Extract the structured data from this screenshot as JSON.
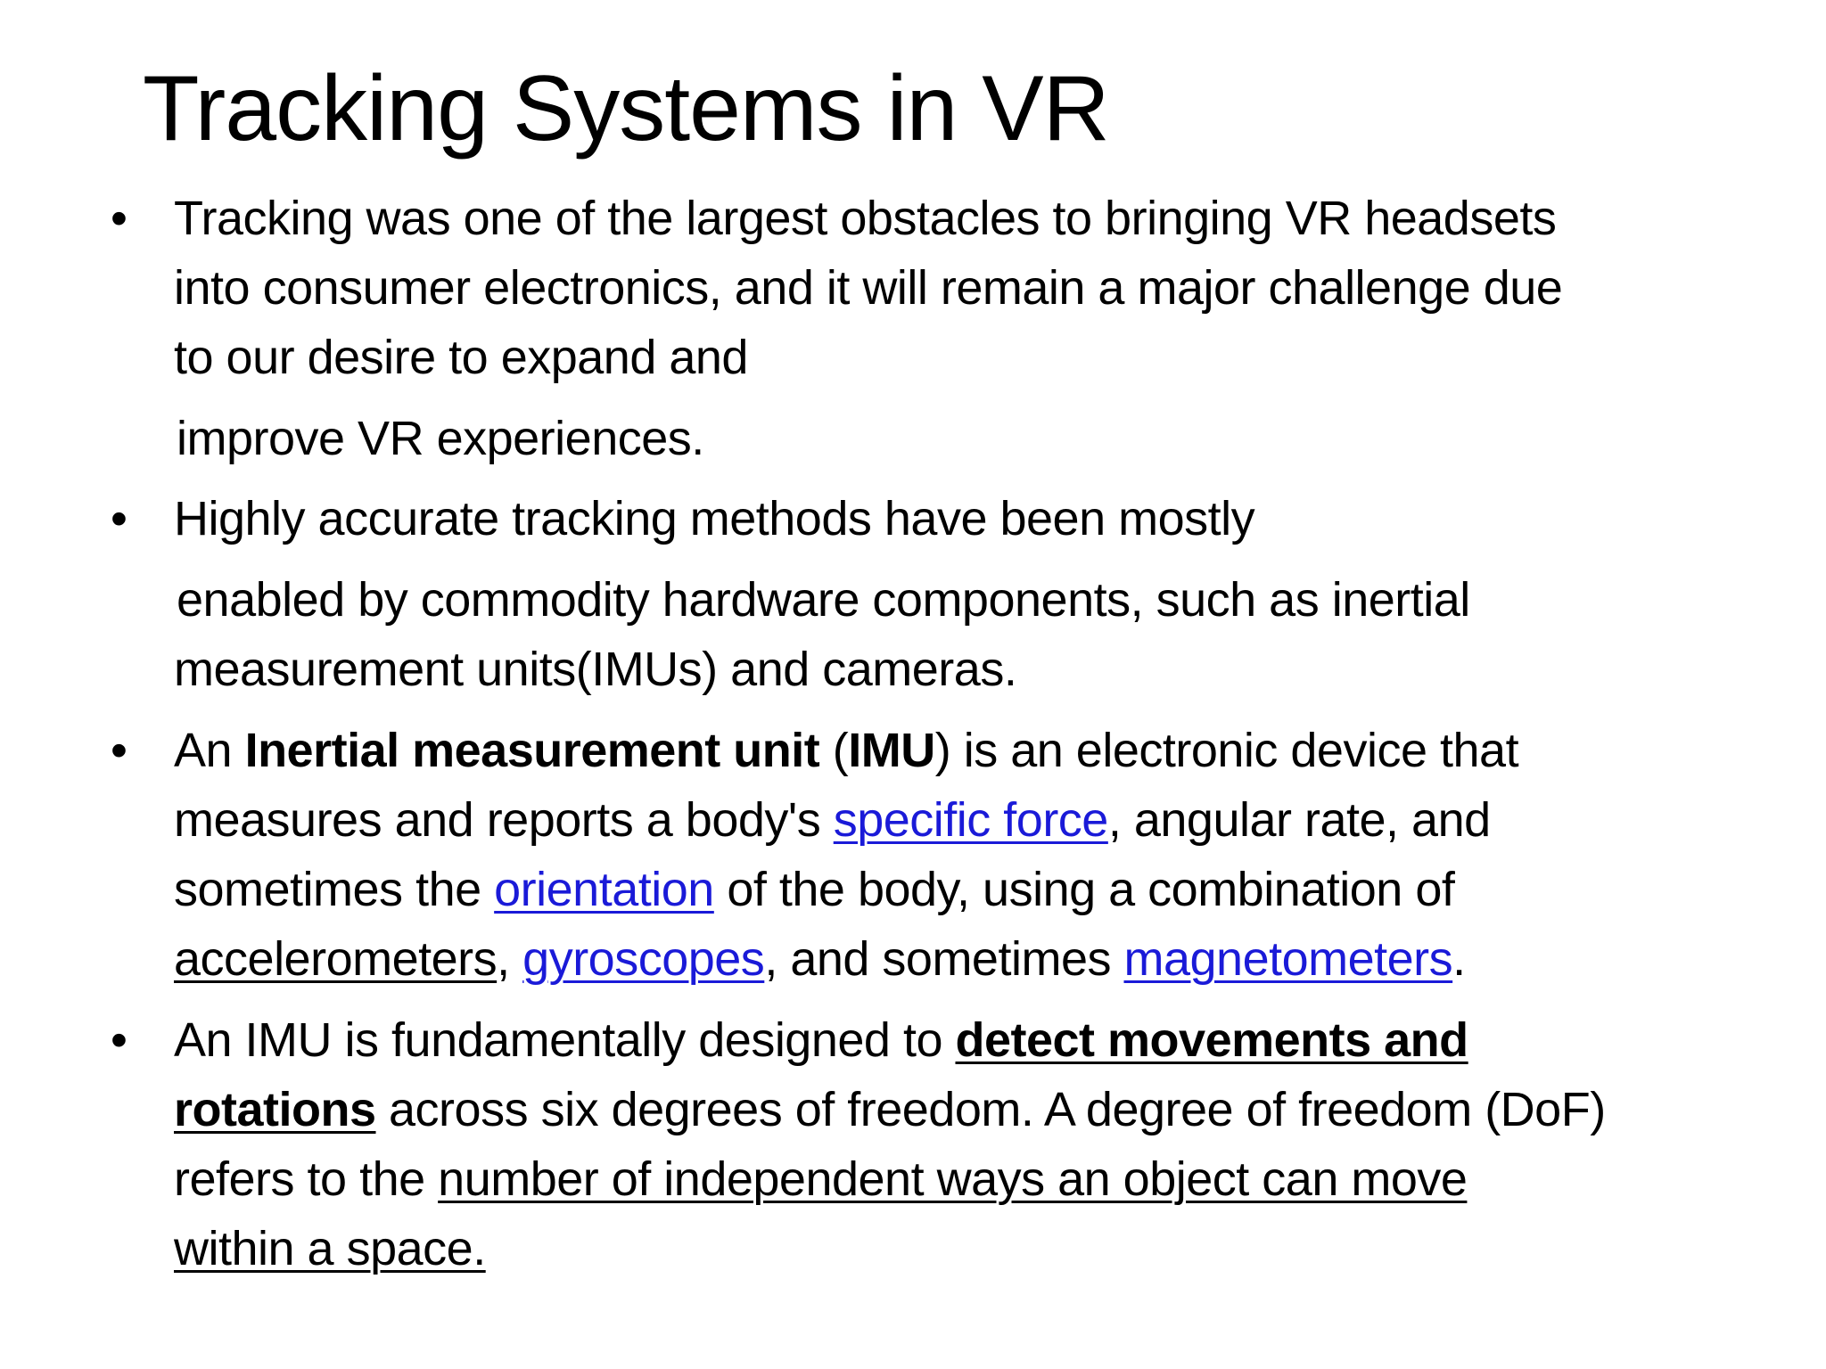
{
  "slide": {
    "title": "Tracking Systems in VR",
    "bullet_glyph": "•",
    "b1": {
      "line1": "Tracking was one of the largest obstacles to bringing VR headsets",
      "line2": "into consumer electronics, and it will remain a major challenge due",
      "line3": "to our desire to expand and",
      "line4": "improve VR experiences."
    },
    "b2": {
      "line1": "Highly accurate tracking methods have been mostly",
      "line2": "enabled by commodity hardware components, such as inertial",
      "line3": "measurement units(IMUs) and cameras."
    },
    "b3": {
      "t1": "An ",
      "t2": "Inertial measurement unit",
      "t3": " (",
      "t4": "IMU",
      "t5": ") is an electronic device that",
      "t6": "measures and reports a body's ",
      "link_specific_force": "specific force",
      "t7": ", angular rate, and",
      "t8": "sometimes the ",
      "link_orientation": "orientation",
      "t9": " of the body, using a combination of",
      "accelerometers": "accelerometers",
      "t10": ", ",
      "link_gyroscopes": "gyroscopes",
      "t11": ", and sometimes ",
      "link_magnetometers": "magnetometers",
      "t12": "."
    },
    "b4": {
      "t1": "An IMU is fundamentally designed to ",
      "bold_u1": "detect movements and",
      "bold_u2": "rotations",
      "t2": " across six degrees of freedom. A degree of freedom (DoF)",
      "t3": "refers to the ",
      "u1": "number of independent ways an object can move",
      "u2": "within a space."
    }
  },
  "colors": {
    "text": "#000000",
    "link": "#1a1ad8",
    "background": "#ffffff"
  }
}
